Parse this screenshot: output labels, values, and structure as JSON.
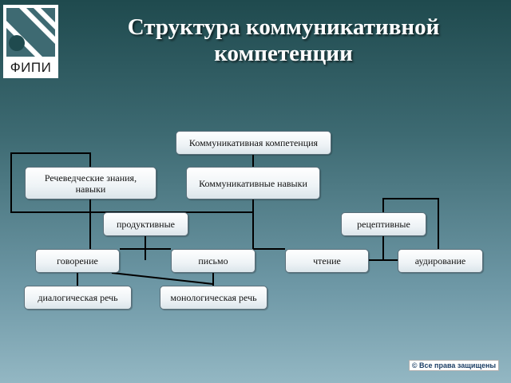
{
  "title": "Структура коммуникативной компетенции",
  "logo": {
    "text": "ФИПИ"
  },
  "nodes": {
    "root": "Коммуникативная компетенция",
    "knowledge": "Речеведческие знания, навыки",
    "skills": "Коммуникативные навыки",
    "productive": "продуктивные",
    "receptive": "рецептивные",
    "speaking": "говорение",
    "writing": "письмо",
    "reading": "чтение",
    "listening": "аудирование",
    "dialogic": "диалогическая речь",
    "monologic": "монологическая речь"
  },
  "footer": {
    "copyright": "© Все права защищены"
  },
  "colors": {
    "connector": "#000000",
    "box_border": "#5a6f7a"
  }
}
